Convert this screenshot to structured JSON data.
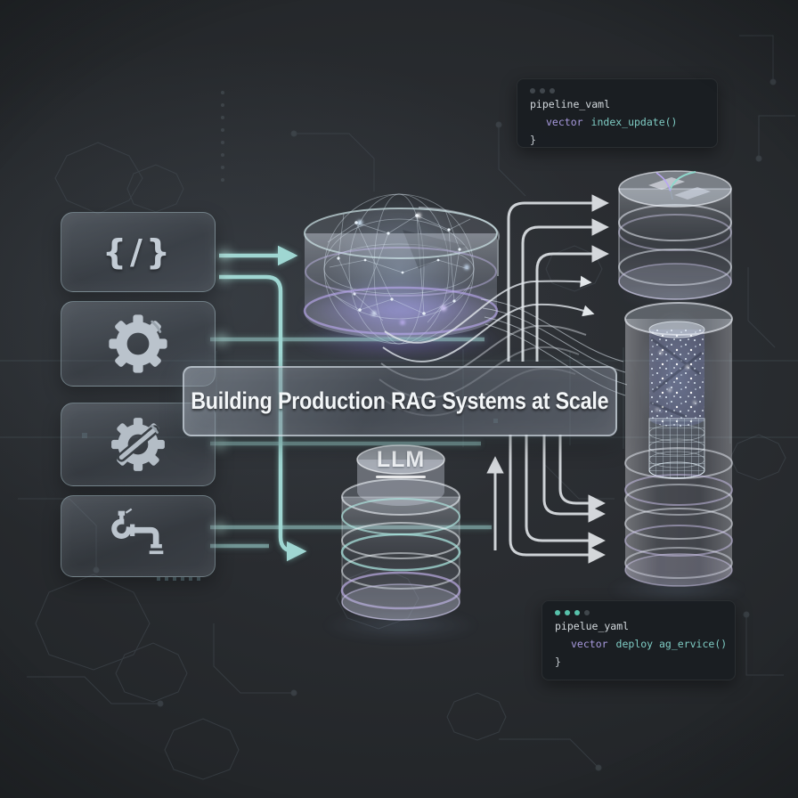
{
  "banner": {
    "title": "Building Production RAG Systems at Scale"
  },
  "cards": [
    {
      "name": "code-sources",
      "glyph": "{/}",
      "icon": "code-braces-icon"
    },
    {
      "name": "config-gear",
      "icon": "gear-icon"
    },
    {
      "name": "gear-disabled",
      "icon": "gear-slash-icon"
    },
    {
      "name": "data-pipeline",
      "icon": "pipeline-pipe-icon"
    }
  ],
  "llm": {
    "label": "LLM"
  },
  "code_snippets": {
    "top": {
      "filename": "pipeline_vaml",
      "keyword": "vector",
      "call": "index_update()",
      "closing": "}"
    },
    "bottom": {
      "filename": "pipelue_yaml",
      "keyword": "vector",
      "call": "deploy ag_ervice()",
      "closing": "}"
    }
  },
  "icons": {
    "card1": "code-braces-icon",
    "card2": "gear-icon",
    "card3": "gear-slash-icon",
    "card4": "pipeline-pipe-icon",
    "small_database_top": "sprout-leaf-icon"
  },
  "colors": {
    "background": "#292c30",
    "teal_accent": "#9fd6d2",
    "purple_glow": "#8b7ce0",
    "flow_line": "#dde1e4",
    "code_keyword": "#a89ade",
    "code_function": "#7fccc4",
    "code_text": "#d3d9dd",
    "glass_border": "#dee8f0"
  }
}
